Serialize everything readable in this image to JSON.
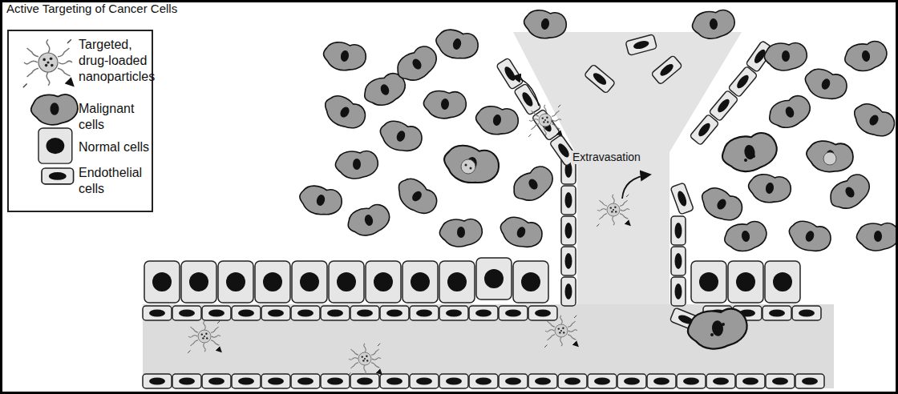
{
  "diagram": {
    "title": "Active Targeting of Cancer Cells",
    "labels": [
      "Extravasation"
    ],
    "legend": [
      {
        "text": "Targeted, drug-loaded nanoparticles"
      },
      {
        "text": "Malignant cells"
      },
      {
        "text": "Normal cells"
      },
      {
        "text": "Endothelial cells"
      }
    ]
  }
}
